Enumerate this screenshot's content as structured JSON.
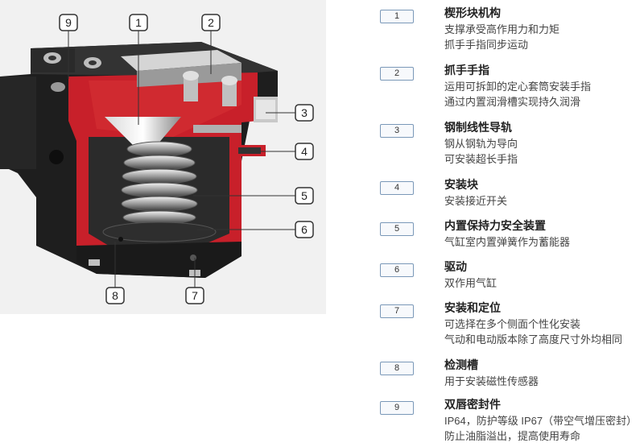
{
  "callouts": [
    "1",
    "2",
    "3",
    "4",
    "5",
    "6",
    "7",
    "8",
    "9"
  ],
  "legend": [
    {
      "num": "1",
      "title": "楔形块机构",
      "lines": [
        "支撑承受高作用力和力矩",
        "抓手手指同步运动"
      ]
    },
    {
      "num": "2",
      "title": "抓手手指",
      "lines": [
        "运用可拆卸的定心套筒安装手指",
        "通过内置润滑槽实现持久润滑"
      ]
    },
    {
      "num": "3",
      "title": "钢制线性导轨",
      "lines": [
        "钢从钢轨为导向",
        "可安装超长手指"
      ]
    },
    {
      "num": "4",
      "title": "安装块",
      "lines": [
        "安装接近开关"
      ]
    },
    {
      "num": "5",
      "title": "内置保持力安全装置",
      "lines": [
        "气缸室内置弹簧作为蓄能器"
      ]
    },
    {
      "num": "6",
      "title": "驱动",
      "lines": [
        "双作用气缸"
      ]
    },
    {
      "num": "7",
      "title": "安装和定位",
      "lines": [
        "可选择在多个侧面个性化安装",
        "气动和电动版本除了高度尺寸外均相同"
      ]
    },
    {
      "num": "8",
      "title": "检测槽",
      "lines": [
        "用于安装磁性传感器"
      ]
    },
    {
      "num": "9",
      "title": "双唇密封件",
      "lines": [
        "IP64，防护等级 IP67（带空气增压密封）",
        "防止油脂溢出，提高使用寿命"
      ]
    }
  ],
  "colors": {
    "accent_red": "#c8202a",
    "body_black": "#1c1c1c",
    "box_border": "#7a98b8"
  }
}
